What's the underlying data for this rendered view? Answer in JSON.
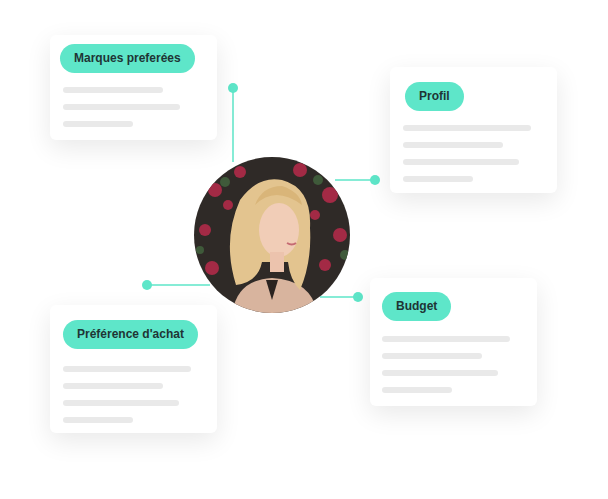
{
  "diagram": {
    "nodes": [
      {
        "text": [
          "Marques preferées"
        ]
      },
      {
        "text": [
          "Profil"
        ]
      },
      {
        "text": [
          "Préférence d'achat"
        ]
      },
      {
        "text": [
          "Budget"
        ]
      }
    ]
  }
}
